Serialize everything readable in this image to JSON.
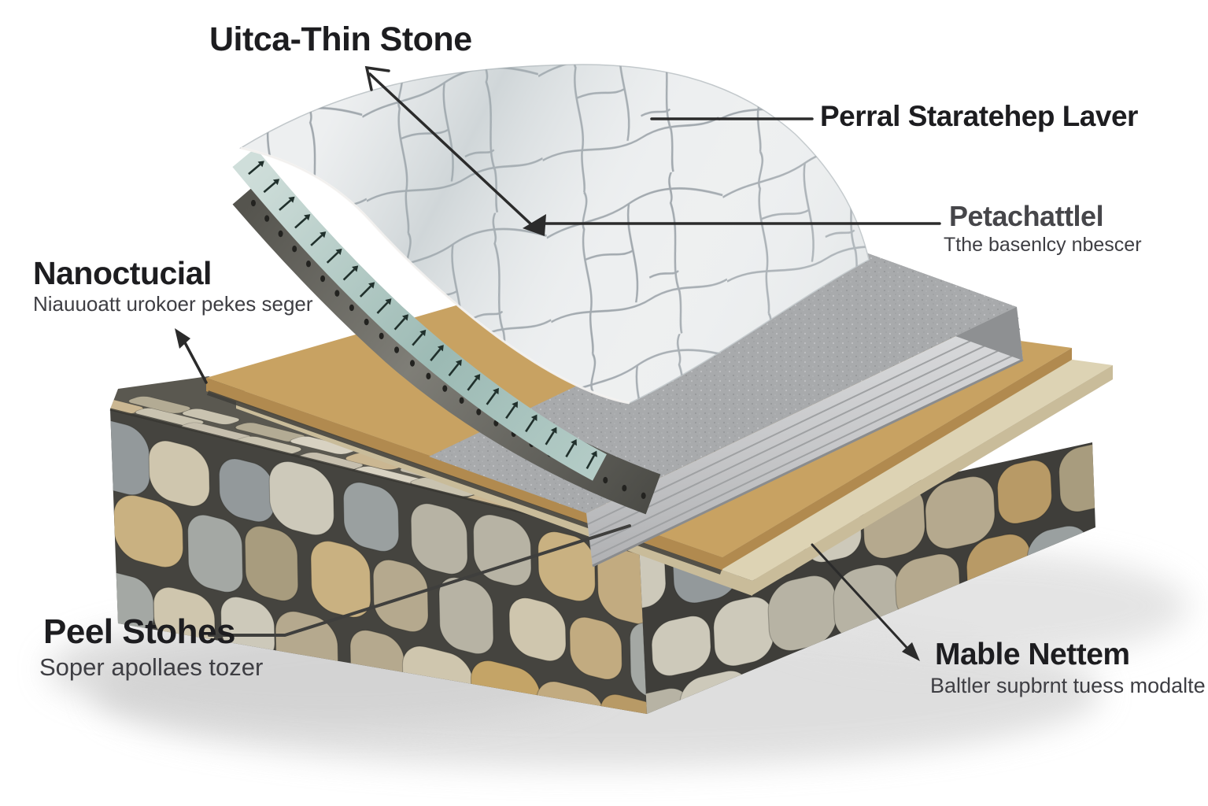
{
  "diagram": {
    "title": "Uitca-Thin Stone",
    "labels": {
      "separation": {
        "title": "Perral Staratehep Laver"
      },
      "detach": {
        "title": "Petachattlel",
        "subtitle": "Tthe basenlcy nbescer"
      },
      "nano": {
        "title": "Nanoctucial",
        "subtitle": "Niauuoatt urokoer pekes seger"
      },
      "peel": {
        "title": "Peel Stohes",
        "subtitle": "Soper apollaes tozer"
      },
      "marble": {
        "title": "Mable Nettem",
        "subtitle": "Baltler supbrnt tuess modalte"
      }
    },
    "colors": {
      "background": "#ffffff",
      "text_primary": "#1d1d20",
      "text_secondary": "#3e3e43",
      "sheet": "#edeff0",
      "sheet_lines": "#99a1a6",
      "teal_layer": "#b5cec9",
      "mesh_layer": "#66655f",
      "slab_top": "#a1a3a5",
      "slab_front": "#c9cacc",
      "board_tan": "#c8a262",
      "board_tan_edge": "#b18a4f",
      "board_cream": "#ddd3b4",
      "board_cream_edge": "#c9bc9a",
      "mortar": "#46443f",
      "connector": "#2b2b2b",
      "stones": [
        "#c2ab80",
        "#b7b3a4",
        "#cdc9ba",
        "#a4a8a4",
        "#93999b",
        "#c9b181",
        "#b5a98e",
        "#9aa0a0",
        "#cfc6ae",
        "#a89c7e",
        "#c4a467",
        "#b89a66"
      ],
      "stones_top": [
        "#d8d2c2",
        "#c6bfae",
        "#b3ab94",
        "#cbb792",
        "#c9c3b0"
      ]
    }
  }
}
